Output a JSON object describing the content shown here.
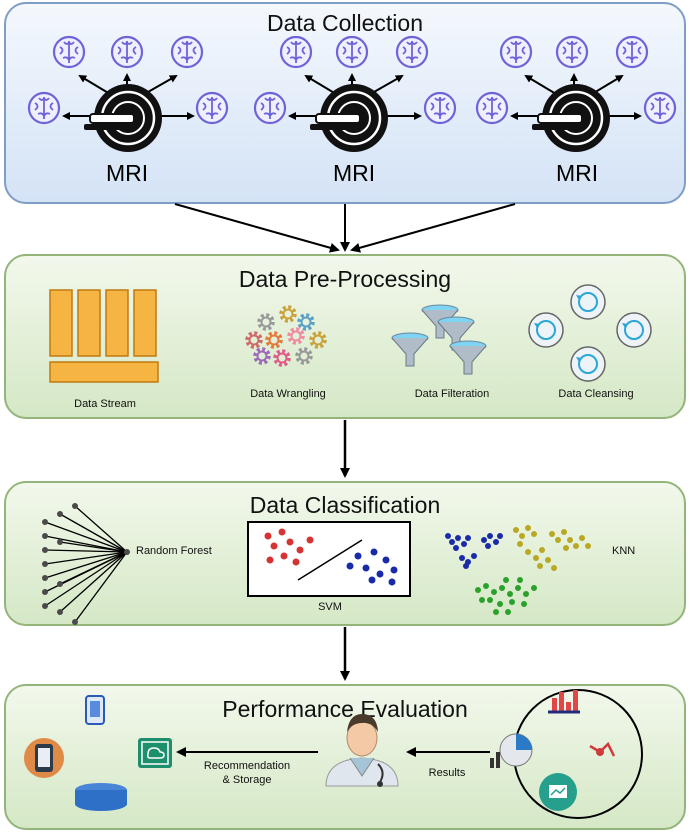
{
  "stages": {
    "collection": "Data Collection",
    "preprocessing": "Data Pre-Processing",
    "classification": "Data Classification",
    "evaluation": "Performance Evaluation"
  },
  "collection": {
    "devices": [
      "MRI",
      "MRI",
      "MRI"
    ]
  },
  "preprocessing": {
    "items": [
      "Data Stream",
      "Data Wrangling",
      "Data Filteration",
      "Data Cleansing"
    ]
  },
  "classification": {
    "models": [
      "Random Forest",
      "SVM",
      "KNN"
    ]
  },
  "evaluation": {
    "recommendation_line1": "Recommendation",
    "recommendation_line2": "& Storage",
    "results": "Results"
  },
  "colors": {
    "collection_bg": "#dfe9f7",
    "green_bg": "#dcebd0",
    "brain": "#6e63d8",
    "orange": "#f0a22c",
    "teal": "#2a9d8f"
  }
}
